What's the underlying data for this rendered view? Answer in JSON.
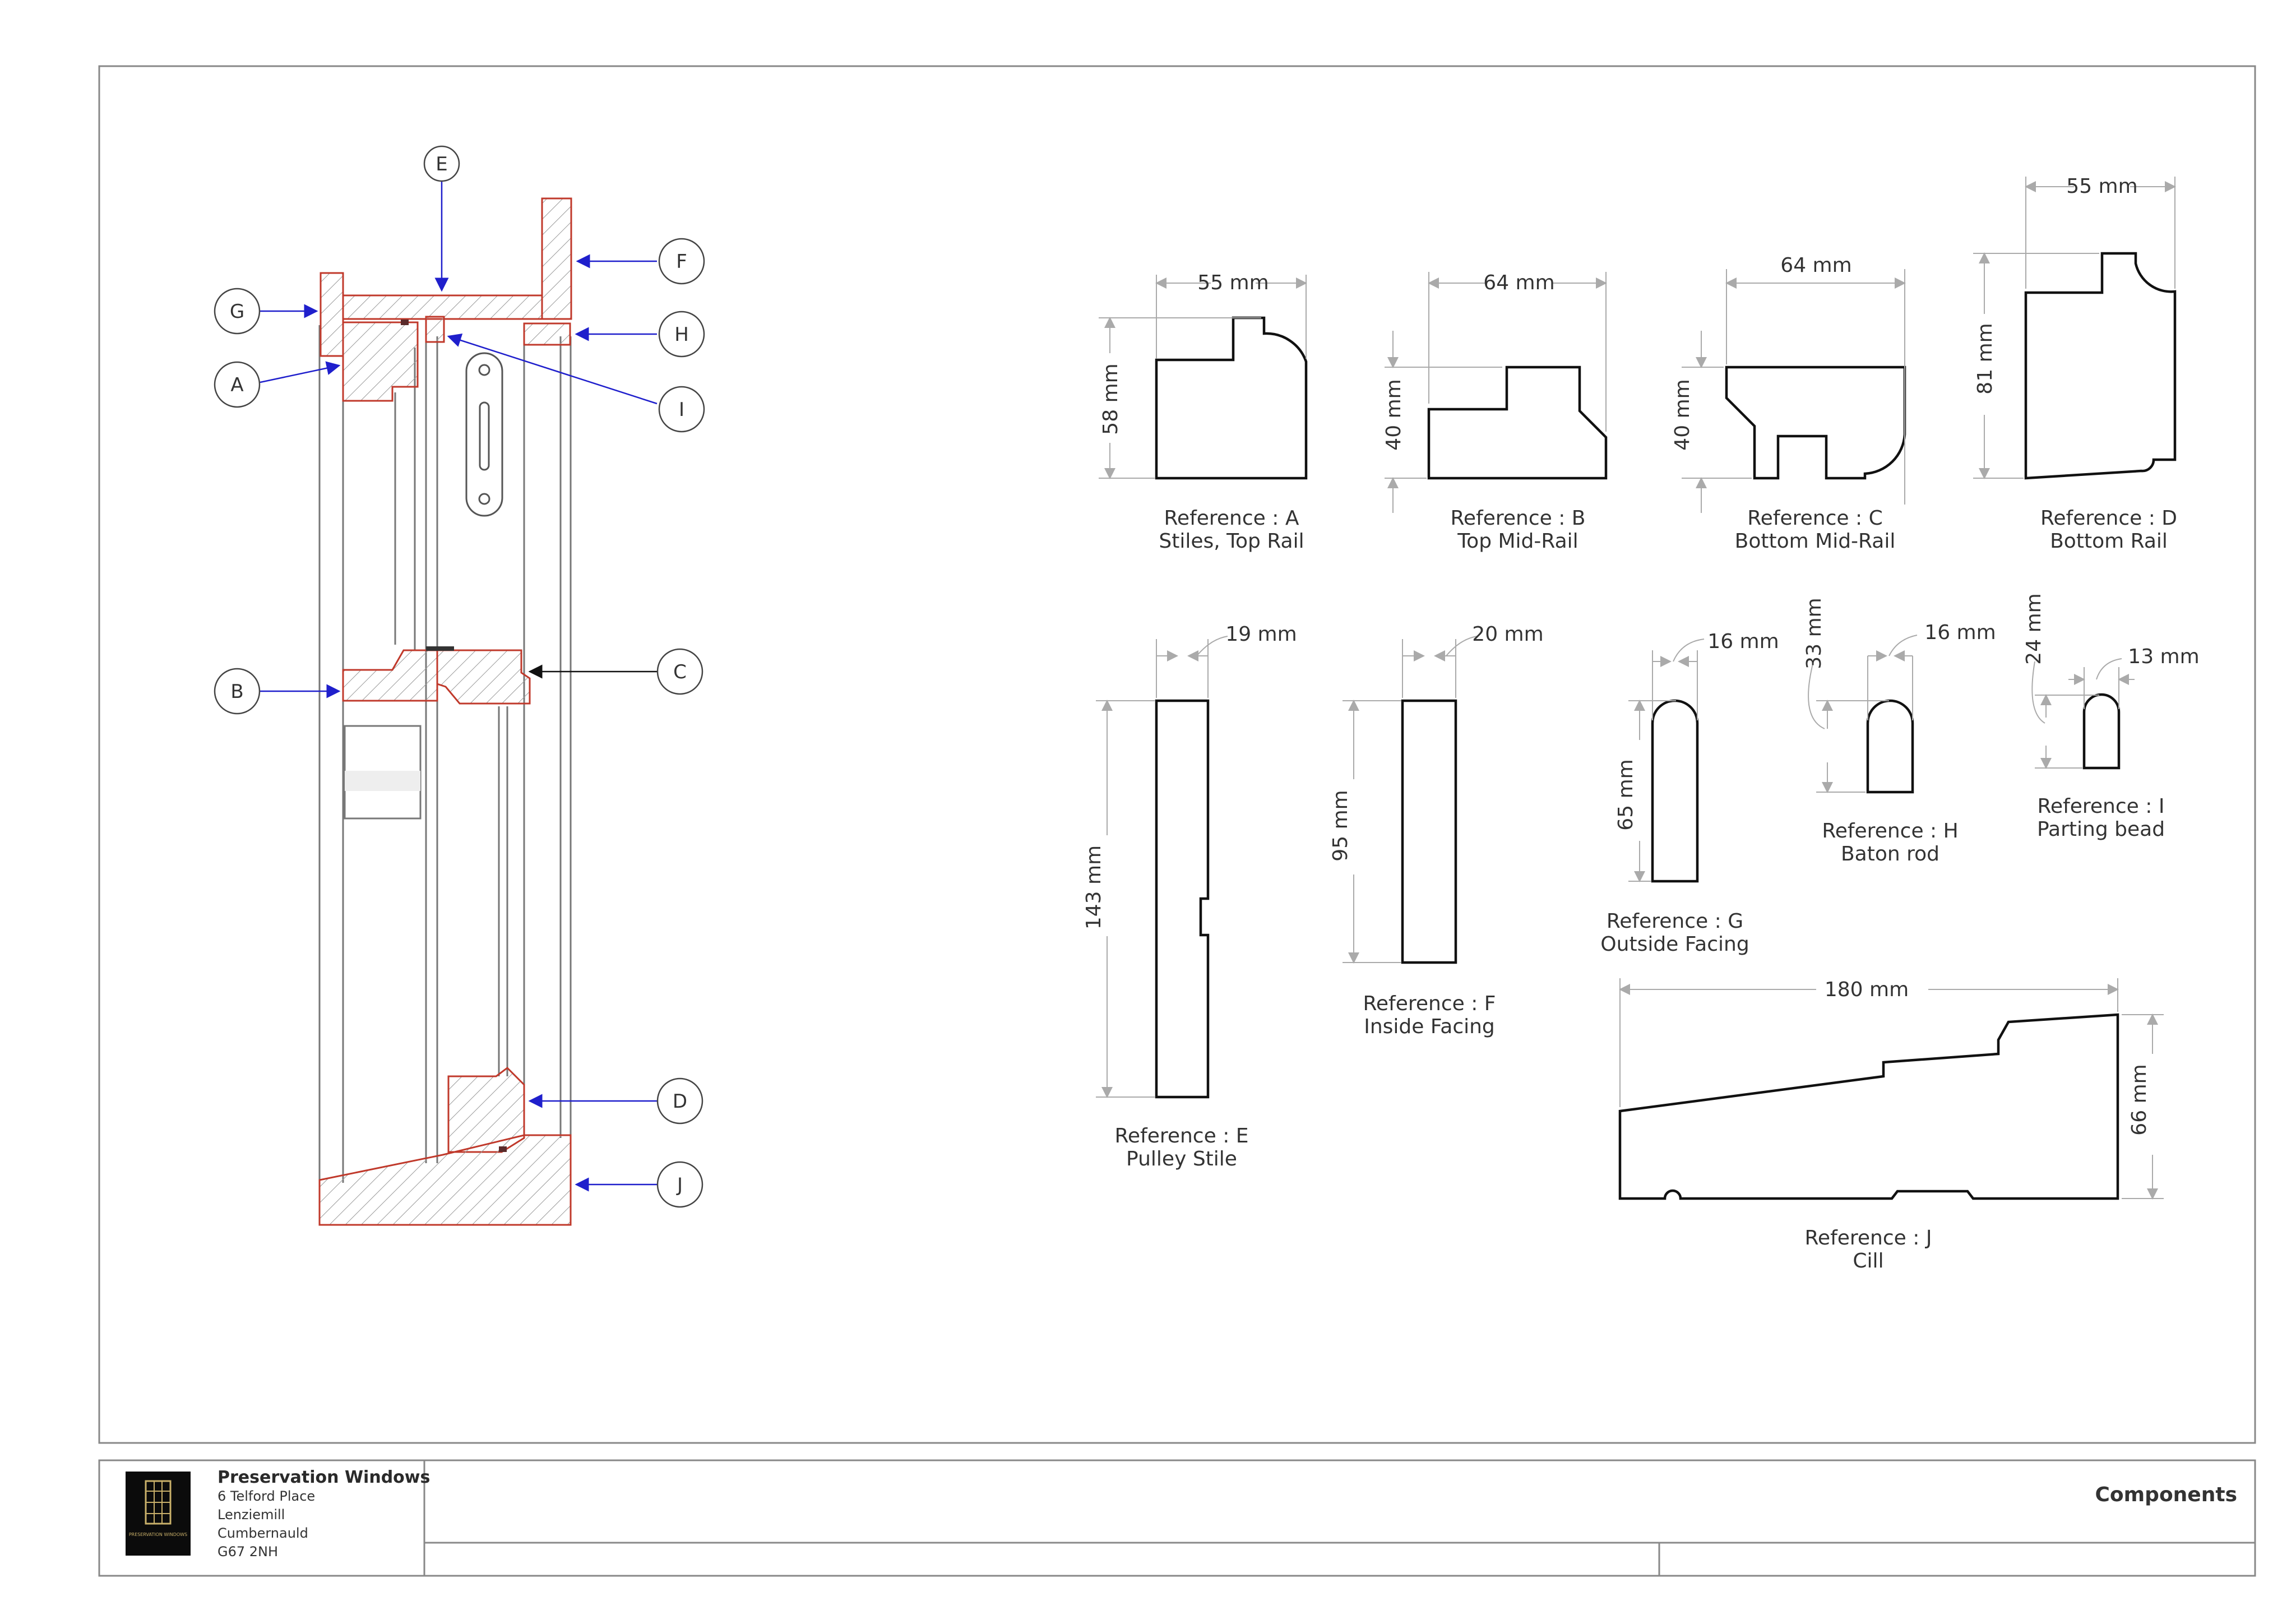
{
  "sheet": {
    "title": "Components"
  },
  "company": {
    "name": "Preservation Windows",
    "address_lines": [
      "6 Telford Place",
      "Lenziemill",
      "Cumbernauld",
      "G67 2NH"
    ],
    "logo_text": "PRESERVATION WINDOWS"
  },
  "section": {
    "callouts": [
      "E",
      "F",
      "G",
      "H",
      "A",
      "I",
      "B",
      "C",
      "D",
      "J"
    ]
  },
  "profiles": [
    {
      "id": "A",
      "ref": "Reference : A",
      "name": "Stiles, Top Rail",
      "dims": [
        "55 mm",
        "58 mm"
      ]
    },
    {
      "id": "B",
      "ref": "Reference : B",
      "name": "Top Mid-Rail",
      "dims": [
        "64 mm",
        "40 mm"
      ]
    },
    {
      "id": "C",
      "ref": "Reference : C",
      "name": "Bottom Mid-Rail",
      "dims": [
        "64 mm",
        "40 mm"
      ]
    },
    {
      "id": "D",
      "ref": "Reference : D",
      "name": "Bottom Rail",
      "dims": [
        "55 mm",
        "81 mm"
      ]
    },
    {
      "id": "E",
      "ref": "Reference : E",
      "name": "Pulley Stile",
      "dims": [
        "19 mm",
        "143 mm"
      ]
    },
    {
      "id": "F",
      "ref": "Reference : F",
      "name": "Inside Facing",
      "dims": [
        "20 mm",
        "95 mm"
      ]
    },
    {
      "id": "G",
      "ref": "Reference : G",
      "name": "Outside Facing",
      "dims": [
        "16 mm",
        "65 mm"
      ]
    },
    {
      "id": "H",
      "ref": "Reference : H",
      "name": "Baton rod",
      "dims": [
        "16 mm",
        "33 mm"
      ]
    },
    {
      "id": "I",
      "ref": "Reference : I",
      "name": "Parting bead",
      "dims": [
        "13 mm",
        "24 mm"
      ]
    },
    {
      "id": "J",
      "ref": "Reference : J",
      "name": "Cill",
      "dims": [
        "180 mm",
        "66 mm"
      ]
    }
  ],
  "colors": {
    "line": "#000000",
    "frame": "#888888",
    "section_red": "#c0392b",
    "leader_blue": "#1f1fcc",
    "dim_grey": "#aaaaaa"
  }
}
